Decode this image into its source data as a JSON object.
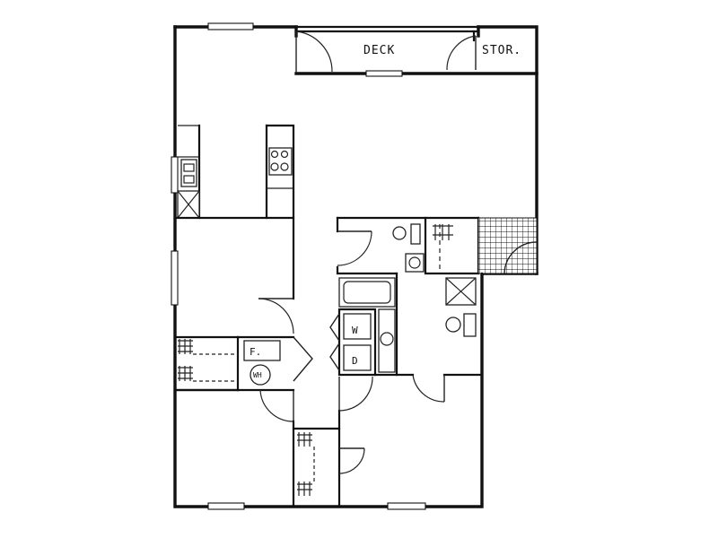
{
  "labels": {
    "deck": "DECK",
    "storage": "STOR.",
    "furnace": "F.",
    "water_heater": "WH",
    "washer": "W",
    "dryer": "D"
  }
}
